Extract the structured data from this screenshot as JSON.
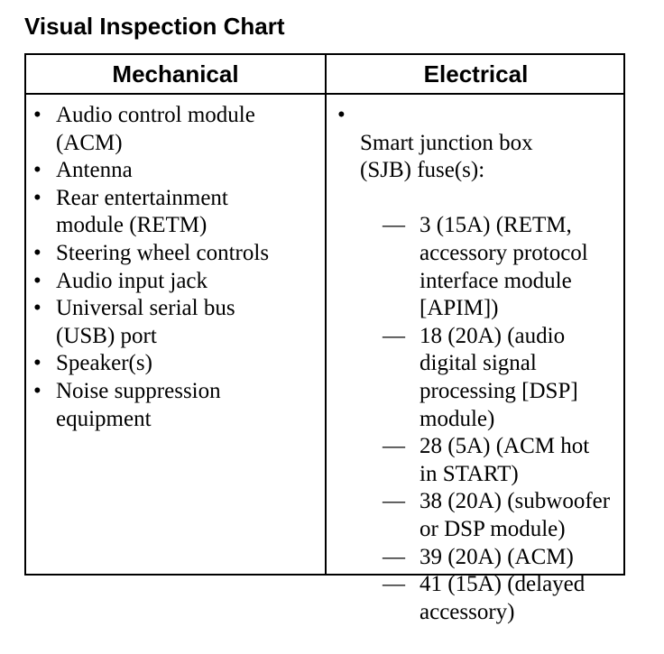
{
  "title": "Visual Inspection Chart",
  "columns": {
    "mechanical": {
      "header": "Mechanical",
      "items": [
        [
          "Audio control module",
          "(ACM)"
        ],
        [
          "Antenna"
        ],
        [
          "Rear entertainment",
          "module (RETM)"
        ],
        [
          "Steering wheel controls"
        ],
        [
          "Audio input jack"
        ],
        [
          "Universal serial bus",
          "(USB) port"
        ],
        [
          "Speaker(s)"
        ],
        [
          "Noise suppression",
          "equipment"
        ]
      ]
    },
    "electrical": {
      "header": "Electrical",
      "item": [
        "Smart junction box",
        "(SJB) fuse(s):"
      ],
      "fuses": [
        [
          "3 (15A) (RETM,",
          "accessory protocol",
          "interface module",
          "[APIM])"
        ],
        [
          "18 (20A) (audio",
          "digital signal",
          "processing [DSP]",
          "module)"
        ],
        [
          "28 (5A) (ACM hot",
          "in START)"
        ],
        [
          "38 (20A) (subwoofer",
          "or DSP module)"
        ],
        [
          "39 (20A) (ACM)"
        ],
        [
          "41 (15A) (delayed",
          "accessory)"
        ]
      ]
    }
  }
}
